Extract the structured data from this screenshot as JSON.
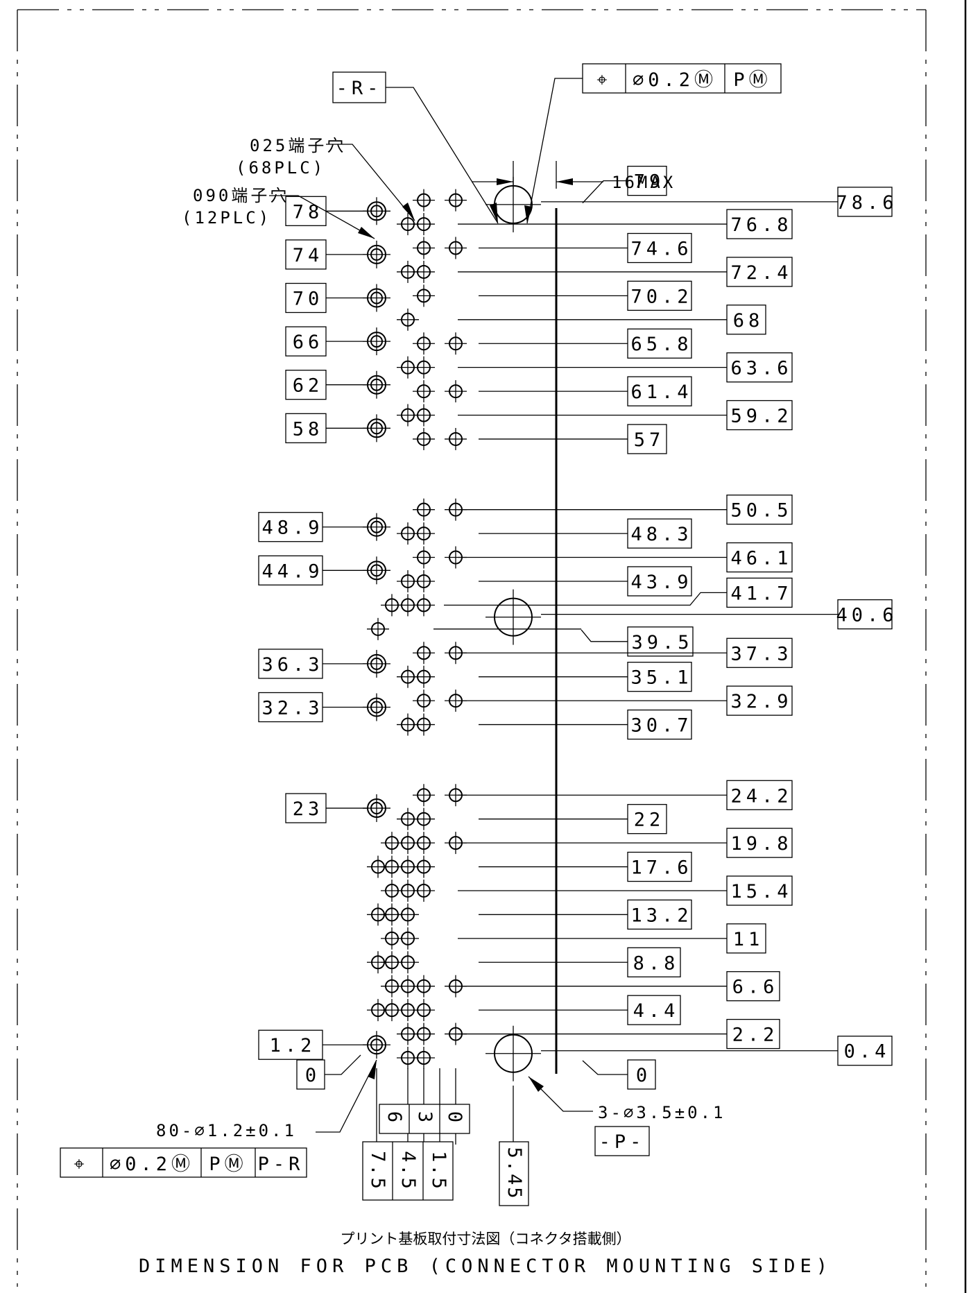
{
  "title_jp": "プリント基板取付寸法図（コネクタ搭載側）",
  "title_en": "DIMENSION FOR PCB (CONNECTOR MOUNTING SIDE)",
  "datum_r": "-R-",
  "datum_p": "-P-",
  "fcf_top": [
    "⌖",
    "∅0.2Ⓜ",
    "PⓂ"
  ],
  "fcf_bottom": [
    "⌖",
    "∅0.2Ⓜ",
    "PⓂ",
    "P-R"
  ],
  "note_025": "025端子穴",
  "note_025_plc": "(68PLC)",
  "note_090": "090端子穴",
  "note_090_plc": "(12PLC)",
  "note_16max": "16MAX",
  "note_holes": "80-∅1.2±0.1",
  "note_mount": "3-∅3.5±0.1",
  "left_dims": [
    "78",
    "74",
    "70",
    "66",
    "62",
    "58",
    "48.9",
    "44.9",
    "36.3",
    "32.3",
    "23",
    "1.2",
    "0"
  ],
  "right_dims_a": [
    "79",
    "74.6",
    "70.2",
    "65.8",
    "61.4",
    "57",
    "48.3",
    "43.9",
    "39.5",
    "35.1",
    "30.7",
    "22",
    "17.6",
    "13.2",
    "8.8",
    "4.4",
    "0"
  ],
  "right_dims_b": [
    "76.8",
    "72.4",
    "68",
    "63.6",
    "59.2",
    "50.5",
    "46.1",
    "41.7",
    "37.3",
    "32.9",
    "24.2",
    "19.8",
    "15.4",
    "11",
    "6.6",
    "2.2"
  ],
  "right_dims_c": [
    "78.6",
    "40.6",
    "0.4"
  ],
  "bottom_dims_a": [
    "6",
    "3",
    "0"
  ],
  "bottom_dims_b": [
    "7.5",
    "4.5",
    "1.5"
  ],
  "bottom_dim_c": "5.45"
}
